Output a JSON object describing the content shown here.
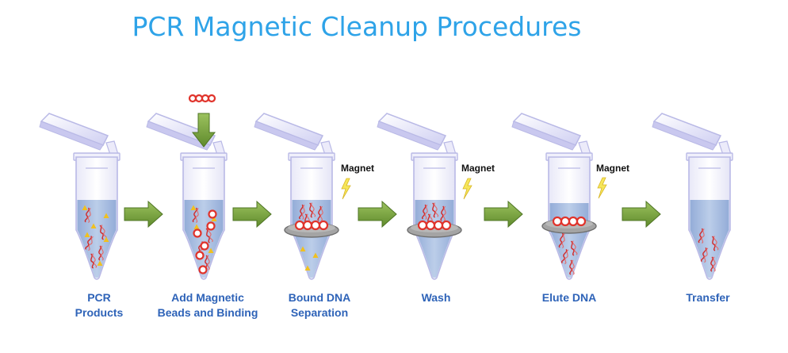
{
  "title": "PCR Magnetic Cleanup Procedures",
  "steps": [
    {
      "line1": "PCR",
      "line2": "Products"
    },
    {
      "line1": "Add Magnetic",
      "line2": "Beads and Binding"
    },
    {
      "line1": "Bound DNA",
      "line2": "Separation"
    },
    {
      "line1": "Wash",
      "line2": ""
    },
    {
      "line1": "Elute DNA",
      "line2": ""
    },
    {
      "line1": "Transfer",
      "line2": ""
    }
  ],
  "magnet_label": "Magnet",
  "colors": {
    "title": "#2ea3e8",
    "labels": "#2e63b8",
    "tube_outline": "#b9b9e6",
    "liquid": "#9fb8dc",
    "arrow": "#76a23e",
    "bead": "#e0332b",
    "dna": "#d12b2b",
    "impurity": "#f0c020",
    "lightning": "#f6e65a",
    "magnet_ring": "#8a8a8a"
  },
  "icons": [
    "process-arrow-icon",
    "lightning-icon",
    "magnet-ring-icon",
    "bead-icon",
    "dna-icon",
    "tube-icon"
  ]
}
